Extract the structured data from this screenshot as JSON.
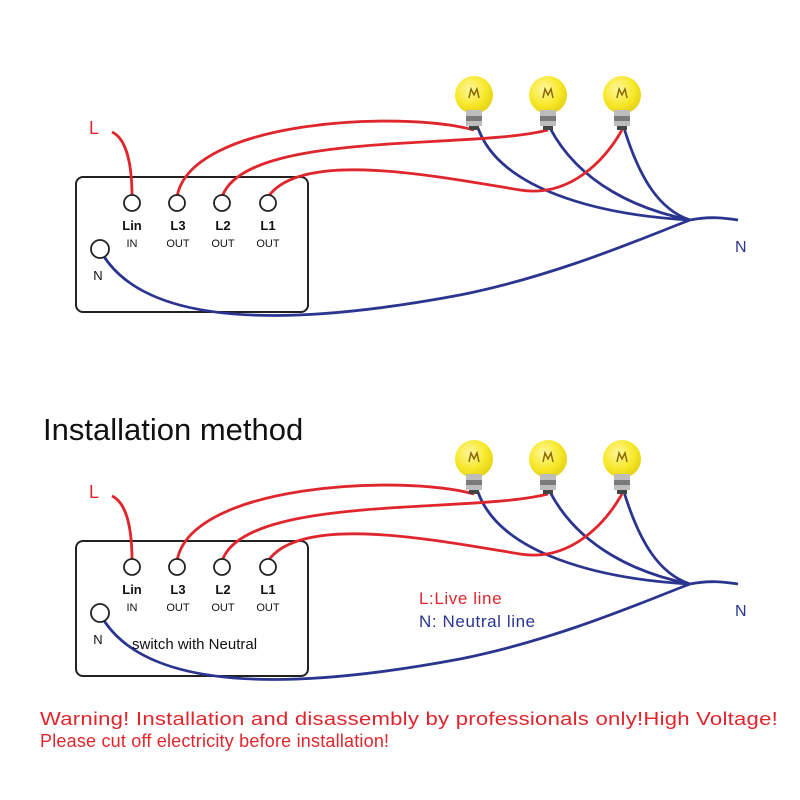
{
  "colors": {
    "live": "#e0262d",
    "neutral": "#2b3590",
    "bulb": "#f7e829",
    "box_outline": "#222222"
  },
  "diagram_top": {
    "terminals": [
      {
        "name": "Lin",
        "sub": "IN"
      },
      {
        "name": "L3",
        "sub": "OUT"
      },
      {
        "name": "L2",
        "sub": "OUT"
      },
      {
        "name": "L1",
        "sub": "OUT"
      }
    ],
    "neutral_terminal": "N",
    "live_label": "L",
    "neutral_label": "N",
    "bulb_icons": [
      "bulb-icon",
      "bulb-icon",
      "bulb-icon"
    ]
  },
  "title": "Installation method",
  "diagram_bottom": {
    "terminals": [
      {
        "name": "Lin",
        "sub": "IN"
      },
      {
        "name": "L3",
        "sub": "OUT"
      },
      {
        "name": "L2",
        "sub": "OUT"
      },
      {
        "name": "L1",
        "sub": "OUT"
      }
    ],
    "neutral_terminal": "N",
    "live_label": "L",
    "neutral_label": "N",
    "box_caption": "switch with Neutral",
    "legend": {
      "live": "L:Live line",
      "neutral": "N: Neutral line"
    },
    "bulb_icons": [
      "bulb-icon",
      "bulb-icon",
      "bulb-icon"
    ]
  },
  "warning": {
    "line1": "Warning! Installation and disassembly by professionals only!High Voltage!",
    "line2": "Please cut off electricity before installation!"
  }
}
